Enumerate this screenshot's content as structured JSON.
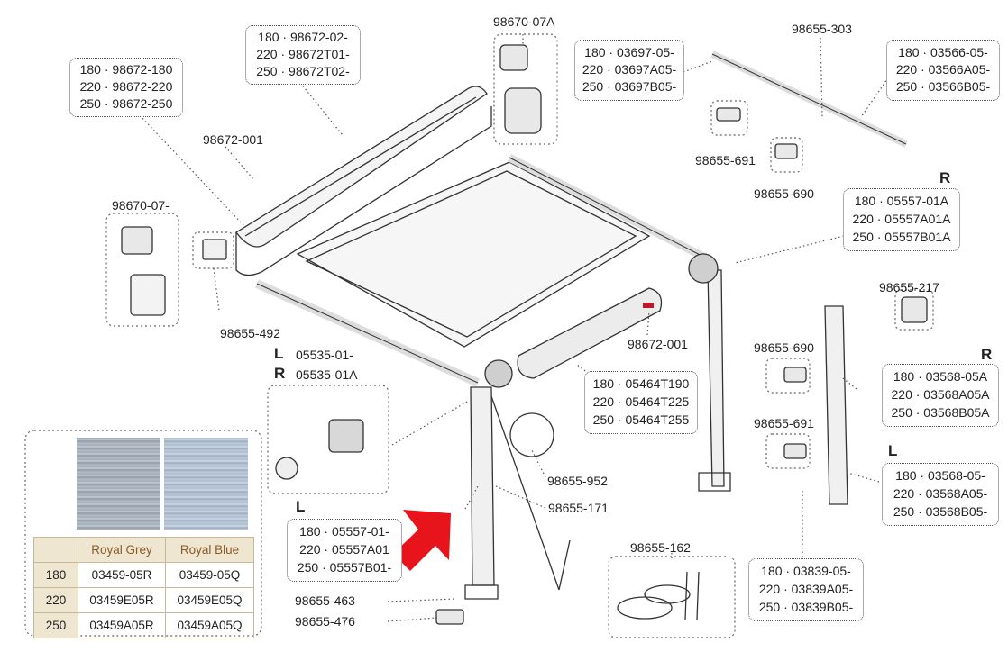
{
  "labels": {
    "l_98670_07A": "98670-07A",
    "l_98655_303": "98655-303",
    "l_98672_001a": "98672-001",
    "l_98670_07": "98670-07-",
    "l_98655_691a": "98655-691",
    "l_98655_690a": "98655-690",
    "l_98655_492": "98655-492",
    "l_98672_001b": "98672-001",
    "l_98655_217": "98655-217",
    "l_98655_690b": "98655-690",
    "l_98655_691b": "98655-691",
    "l_05535_L": "05535-01-",
    "l_05535_R": "05535-01A",
    "l_98655_952": "98655-952",
    "l_98655_171": "98655-171",
    "l_98655_162": "98655-162",
    "l_98655_463": "98655-463",
    "l_98655_476": "98655-476"
  },
  "sides": {
    "s1": "R",
    "s2": "L",
    "s3": "R",
    "s4": "R",
    "s5": "L",
    "s6": "L"
  },
  "boxes": {
    "b1": [
      "180 · 98672-02-",
      "220 · 98672T01-",
      "250 · 98672T02-"
    ],
    "b2": [
      "180 · 98672-180",
      "220 · 98672-220",
      "250 · 98672-250"
    ],
    "b3": [
      "180 · 03697-05-",
      "220 · 03697A05-",
      "250 · 03697B05-"
    ],
    "b4": [
      "180 · 03566-05-",
      "220 · 03566A05-",
      "250 · 03566B05-"
    ],
    "b5": [
      "180 · 05557-01A",
      "220 · 05557A01A",
      "250 · 05557B01A"
    ],
    "b6": [
      "180 · 05464T190",
      "220 · 05464T225",
      "250 · 05464T255"
    ],
    "b7": [
      "180 · 03568-05A",
      "220 · 03568A05A",
      "250 · 03568B05A"
    ],
    "b8": [
      "180 · 03568-05-",
      "220 · 03568A05-",
      "250 · 03568B05-"
    ],
    "b9": [
      "180 · 05557-01-",
      "220 · 05557A01",
      "250 · 05557B01-"
    ],
    "b10": [
      "180 · 03839-05-",
      "220 · 03839A05-",
      "250 · 03839B05-"
    ]
  },
  "fabric_table": {
    "headers": [
      "Royal Grey",
      "Royal Blue"
    ],
    "rows": [
      {
        "size": "180",
        "grey": "03459-05R",
        "blue": "03459-05Q"
      },
      {
        "size": "220",
        "grey": "03459E05R",
        "blue": "03459E05Q"
      },
      {
        "size": "250",
        "grey": "03459A05R",
        "blue": "03459A05Q"
      }
    ]
  },
  "colors": {
    "arrow": "#e8141c",
    "swatch_grey": "#a7b1bb",
    "swatch_blue": "#b4c3d6",
    "header_text": "#8a5a24"
  }
}
